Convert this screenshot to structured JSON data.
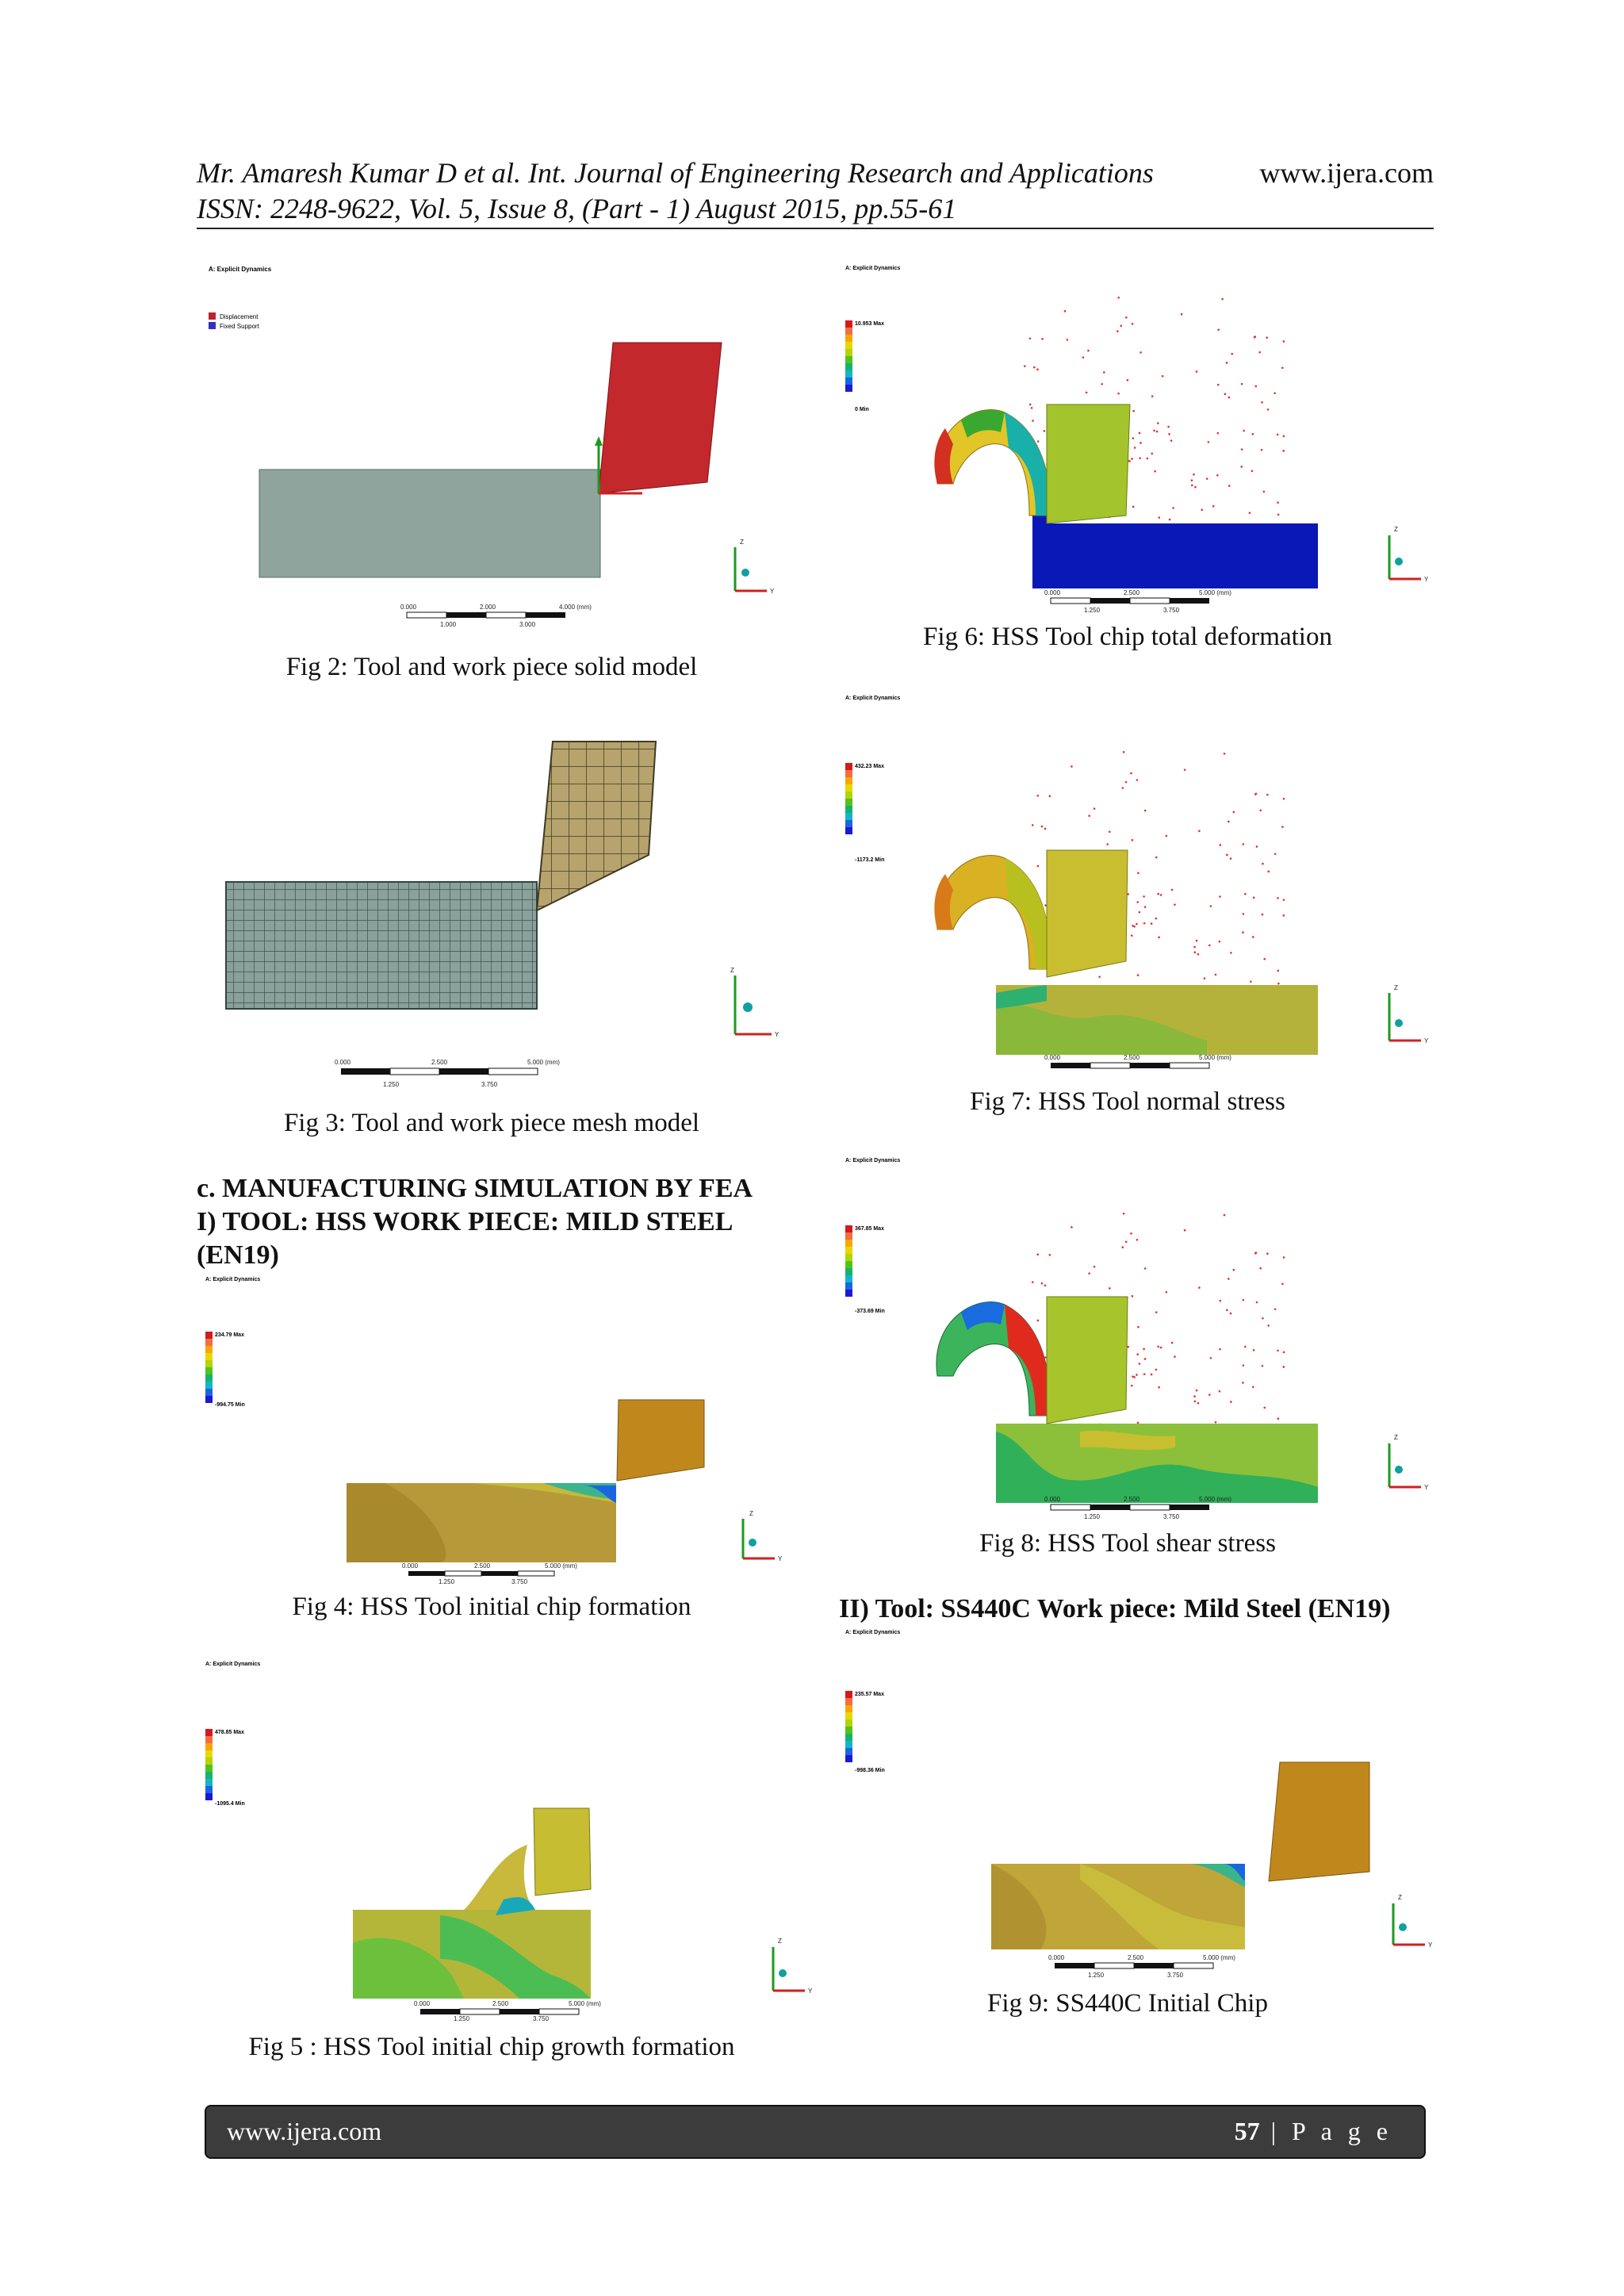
{
  "header": {
    "line1": "Mr. Amaresh Kumar D et al. Int. Journal of Engineering Research and Applications",
    "url": "www.ijera.com",
    "line2": "ISSN: 2248-9622, Vol. 5, Issue 8, (Part - 1) August 2015, pp.55-61"
  },
  "figures": {
    "fig2": {
      "caption": "Fig 2: Tool and work piece solid model",
      "legend_title": "A: Explicit Dynamics",
      "legend_items": [
        "Displacement",
        "Fixed Support"
      ],
      "scale": [
        "0.000",
        "2.000",
        "4.000 (mm)",
        "1.000",
        "3.000"
      ]
    },
    "fig3": {
      "caption": "Fig 3: Tool and work piece mesh model",
      "scale": [
        "0.000",
        "2.500",
        "5.000 (mm)",
        "1.250",
        "3.750"
      ]
    },
    "fig4": {
      "caption": "Fig 4: HSS Tool initial chip formation",
      "legend_title": "A: Explicit Dynamics",
      "max_label": "234.79 Max",
      "min_label": "-994.75 Min",
      "scale": [
        "0.000",
        "2.500",
        "5.000 (mm)",
        "1.250",
        "3.750"
      ]
    },
    "fig5": {
      "caption": "Fig 5 : HSS Tool initial chip growth formation",
      "legend_title": "A: Explicit Dynamics",
      "max_label": "478.85 Max",
      "min_label": "-1095.4 Min",
      "scale": [
        "0.000",
        "2.500",
        "5.000 (mm)",
        "1.250",
        "3.750"
      ]
    },
    "fig6": {
      "caption": "Fig 6: HSS Tool chip total deformation",
      "legend_title": "A: Explicit Dynamics",
      "max_label": "10.953 Max",
      "min_label": "0 Min",
      "scale": [
        "0.000",
        "2.500",
        "5.000 (mm)",
        "1.250",
        "3.750"
      ]
    },
    "fig7": {
      "caption": "Fig 7: HSS Tool normal stress",
      "legend_title": "A: Explicit Dynamics",
      "max_label": "432.23 Max",
      "min_label": "-1173.2 Min",
      "scale": [
        "0.000",
        "2.500",
        "5.000 (mm)",
        "1.250",
        "3.750"
      ]
    },
    "fig8": {
      "caption": "Fig 8: HSS Tool shear stress",
      "legend_title": "A: Explicit Dynamics",
      "max_label": "367.85 Max",
      "min_label": "-373.69 Min",
      "scale": [
        "0.000",
        "2.500",
        "5.000 (mm)",
        "1.250",
        "3.750"
      ]
    },
    "fig9": {
      "caption": "Fig 9: SS440C Initial Chip",
      "legend_title": "A: Explicit Dynamics",
      "max_label": "235.57 Max",
      "min_label": "-998.36 Min",
      "scale": [
        "0.000",
        "2.500",
        "5.000 (mm)",
        "1.250",
        "3.750"
      ]
    }
  },
  "section_c": {
    "line1": "c. MANUFACTURING SIMULATION BY FEA",
    "line2": "I) TOOL: HSS WORK PIECE: MILD STEEL",
    "line3": "(EN19)"
  },
  "section_ii": "II) Tool: SS440C Work piece: Mild Steel (EN19)",
  "axes": {
    "y": "Y",
    "z": "Z"
  },
  "footer": {
    "site": "www.ijera.com",
    "page_number": "57",
    "page_label": " | P a g e"
  },
  "colors": {
    "legend": [
      "#d7191c",
      "#f46d43",
      "#f8a700",
      "#e8d800",
      "#b5d30a",
      "#4fc51c",
      "#16b36e",
      "#12b6c8",
      "#1b66e0",
      "#1a1ad4"
    ]
  }
}
